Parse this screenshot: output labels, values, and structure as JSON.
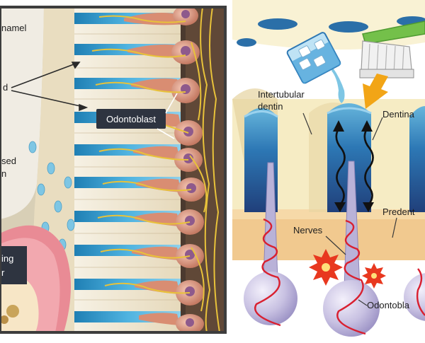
{
  "left_panel": {
    "labels": {
      "enamel": "namel",
      "tubule_fragment": "d",
      "odontoblast": "Odontoblast",
      "exposed_a": "sed",
      "exposed_b": "n",
      "bottom_a": "ing",
      "bottom_b": "r"
    }
  },
  "right_panel": {
    "labels": {
      "intertubular_1": "Intertubular",
      "intertubular_2": "dentin",
      "dentinal": "Dentina",
      "predentin": "Predent",
      "nerves": "Nerves",
      "odontoblast": "Odontobla"
    }
  },
  "colors": {
    "frame": "#3d3d3d",
    "tubule_blue": "#3ea4d6",
    "enamel_cream": "#efe4cc",
    "nerve_yellow": "#e8c23a",
    "odontoblast_pink": "#d98d72",
    "cell_purple": "#8e5a8c",
    "pulp_pink": "#e98b95",
    "dentin_yellow": "#f6ecc4",
    "predentin_orange": "#f1c98f",
    "sphere_lilac": "#b9b2d8",
    "nerve_red": "#d92030",
    "arrow_orange": "#f2a516",
    "brush_green": "#74c04a",
    "starburst_red": "#e8381f"
  },
  "icons": [
    "glass-of-ice-water-icon",
    "toothbrush-icon",
    "pain-starburst-icon",
    "double-arrow-icon",
    "down-arrow-icon"
  ]
}
